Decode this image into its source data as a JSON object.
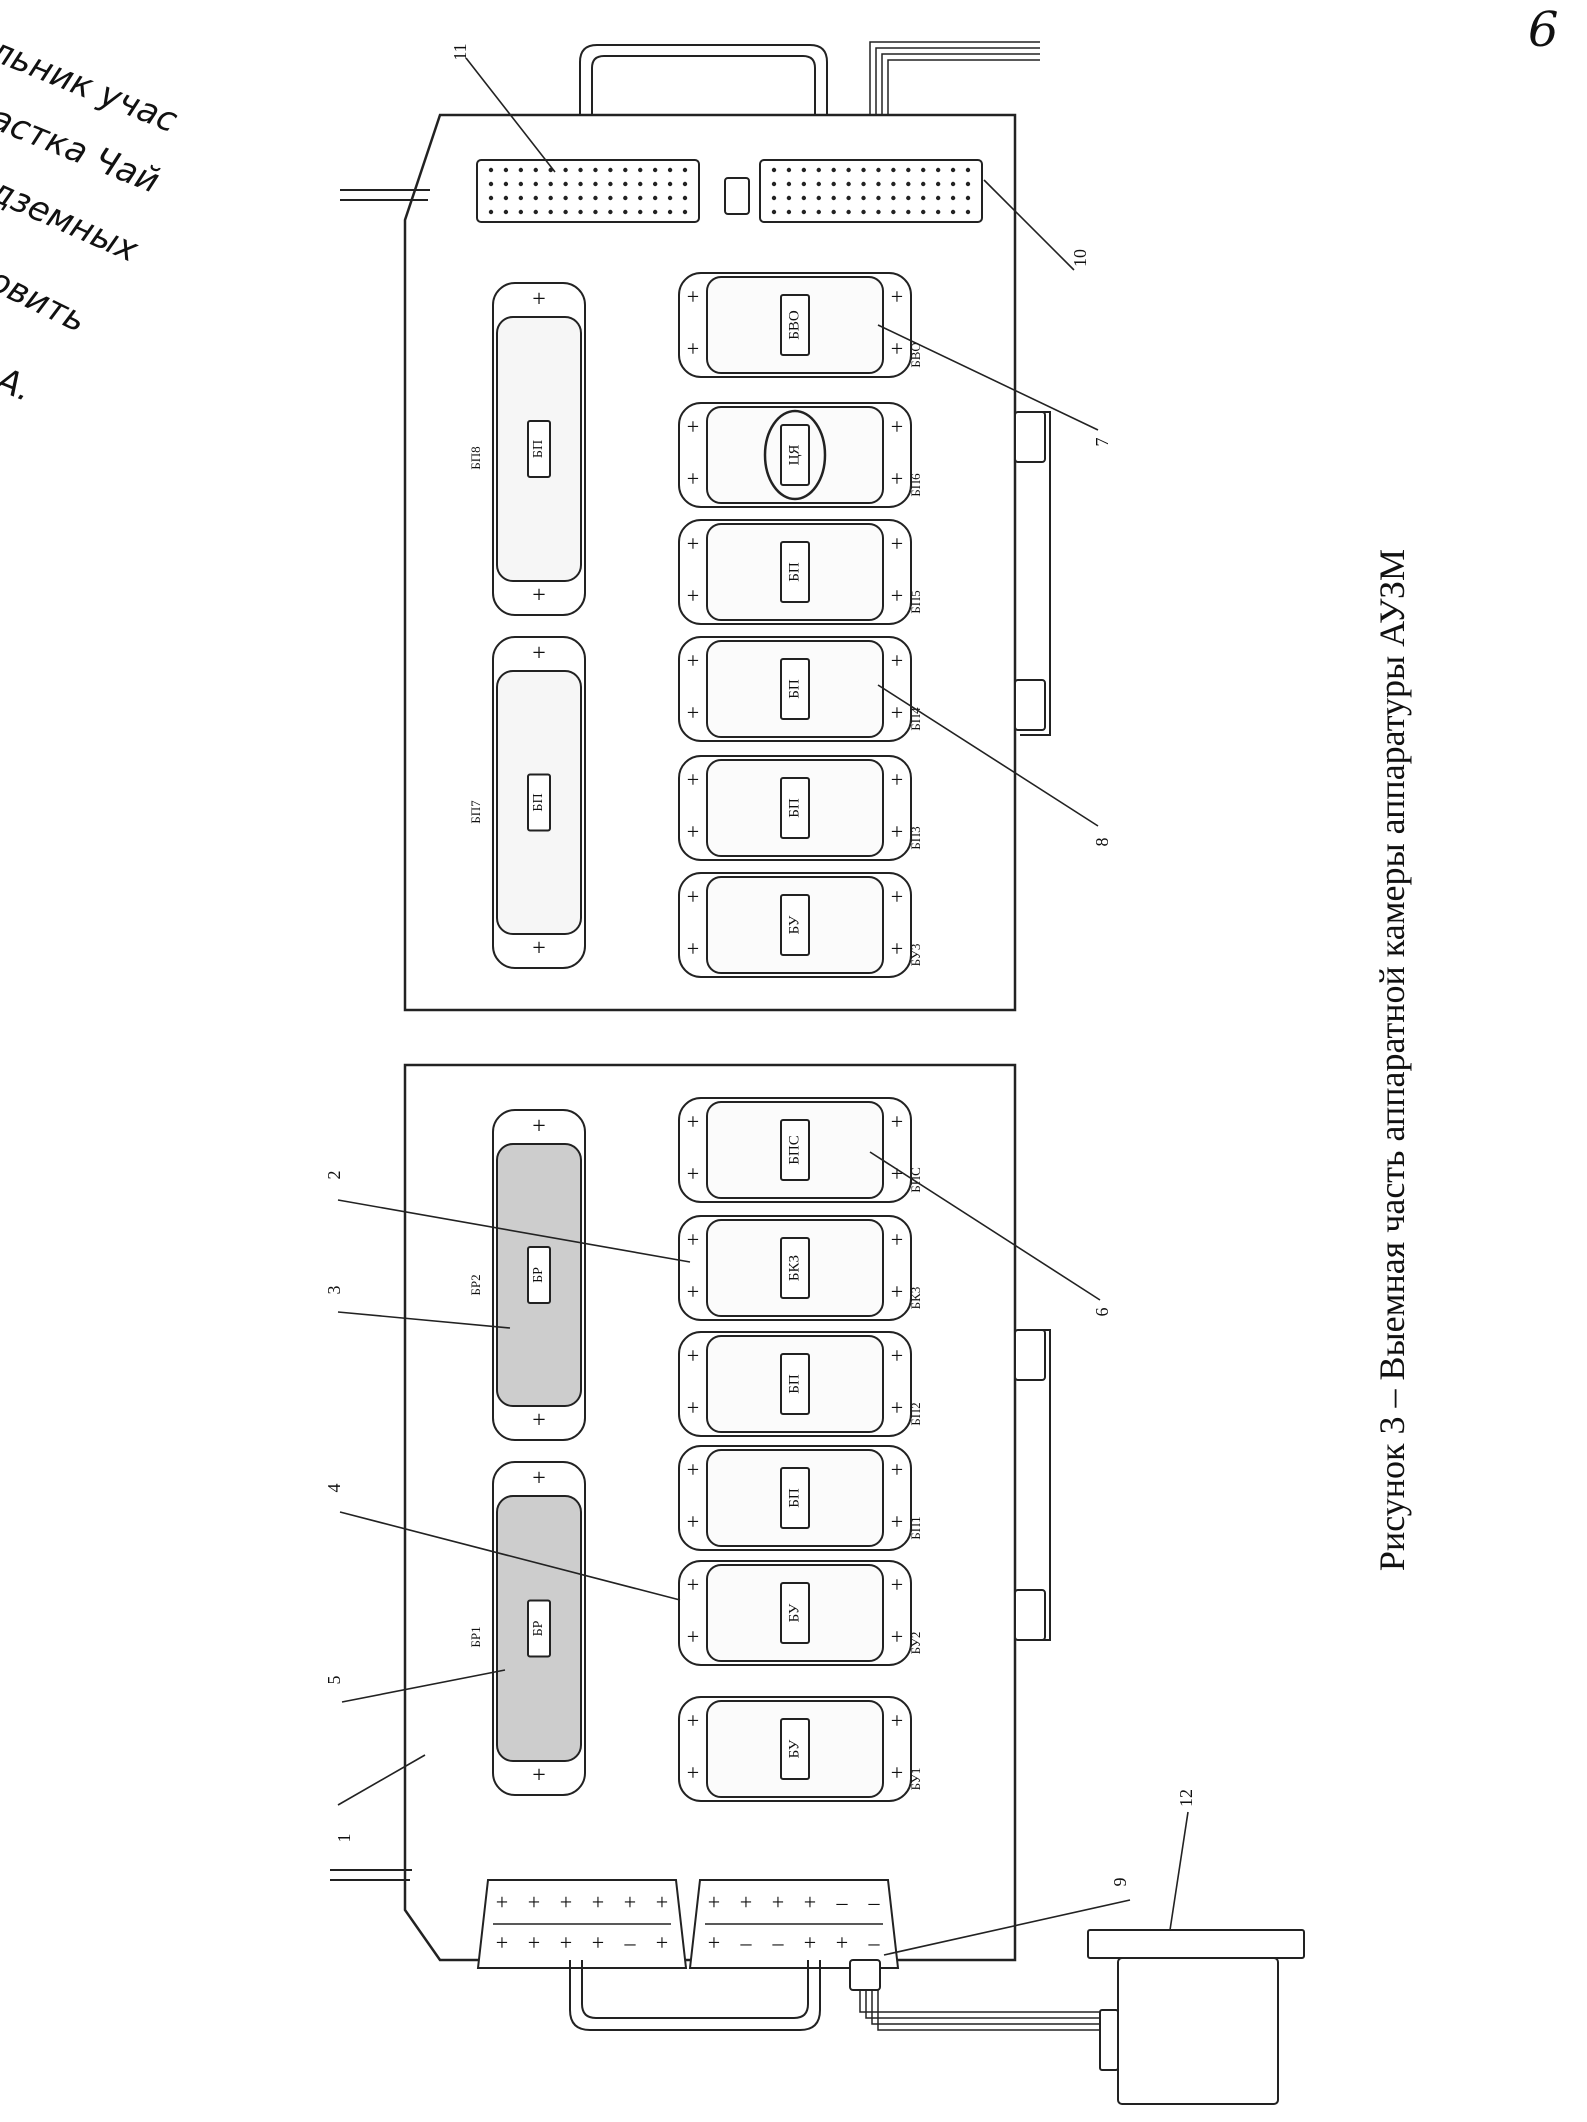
{
  "page": {
    "number": "6",
    "caption": "Рисунок 3 – Выемная часть аппаратной камеры аппаратуры АУЗМ",
    "margin_fragments": [
      "льник учас",
      "астка Чай",
      "дземных",
      "овить",
      "А."
    ]
  },
  "diagram": {
    "top_panel": {
      "row_slots": [
        {
          "side": "БВО",
          "center": "БВО"
        },
        {
          "side": "БП6",
          "center": "ЦЯ"
        },
        {
          "side": "БП5",
          "center": "БП"
        },
        {
          "side": "БП4",
          "center": "БП"
        },
        {
          "side": "БП3",
          "center": "БП"
        },
        {
          "side": "БУ3",
          "center": "БУ"
        }
      ],
      "large_slots": [
        {
          "side": "БП8",
          "center": "БП"
        },
        {
          "side": "БП7",
          "center": "БП"
        }
      ]
    },
    "bottom_panel": {
      "row_slots": [
        {
          "side": "БПС",
          "center": "БПС"
        },
        {
          "side": "БК3",
          "center": "БКЗ"
        },
        {
          "side": "БП2",
          "center": "БП"
        },
        {
          "side": "БП1",
          "center": "БП"
        },
        {
          "side": "БУ2",
          "center": "БУ"
        },
        {
          "side": "БУ1",
          "center": "БУ"
        }
      ],
      "large_slots": [
        {
          "side": "БР2",
          "center": "БР"
        },
        {
          "side": "БР1",
          "center": "БР"
        }
      ]
    },
    "callouts": [
      "1",
      "2",
      "3",
      "4",
      "5",
      "6",
      "7",
      "8",
      "9",
      "10",
      "11",
      "12"
    ],
    "terminal_marks": {
      "row_a": [
        "+",
        "+",
        "+",
        "+",
        "+",
        "+"
      ],
      "row_b": [
        "+",
        "+",
        "+",
        "+",
        "–",
        "+"
      ],
      "row_c": [
        "+",
        "+",
        "+",
        "+",
        "–",
        "–"
      ],
      "row_d": [
        "+",
        "–",
        "–",
        "+",
        "+",
        "–"
      ]
    },
    "plus": "+",
    "minus": "–"
  }
}
